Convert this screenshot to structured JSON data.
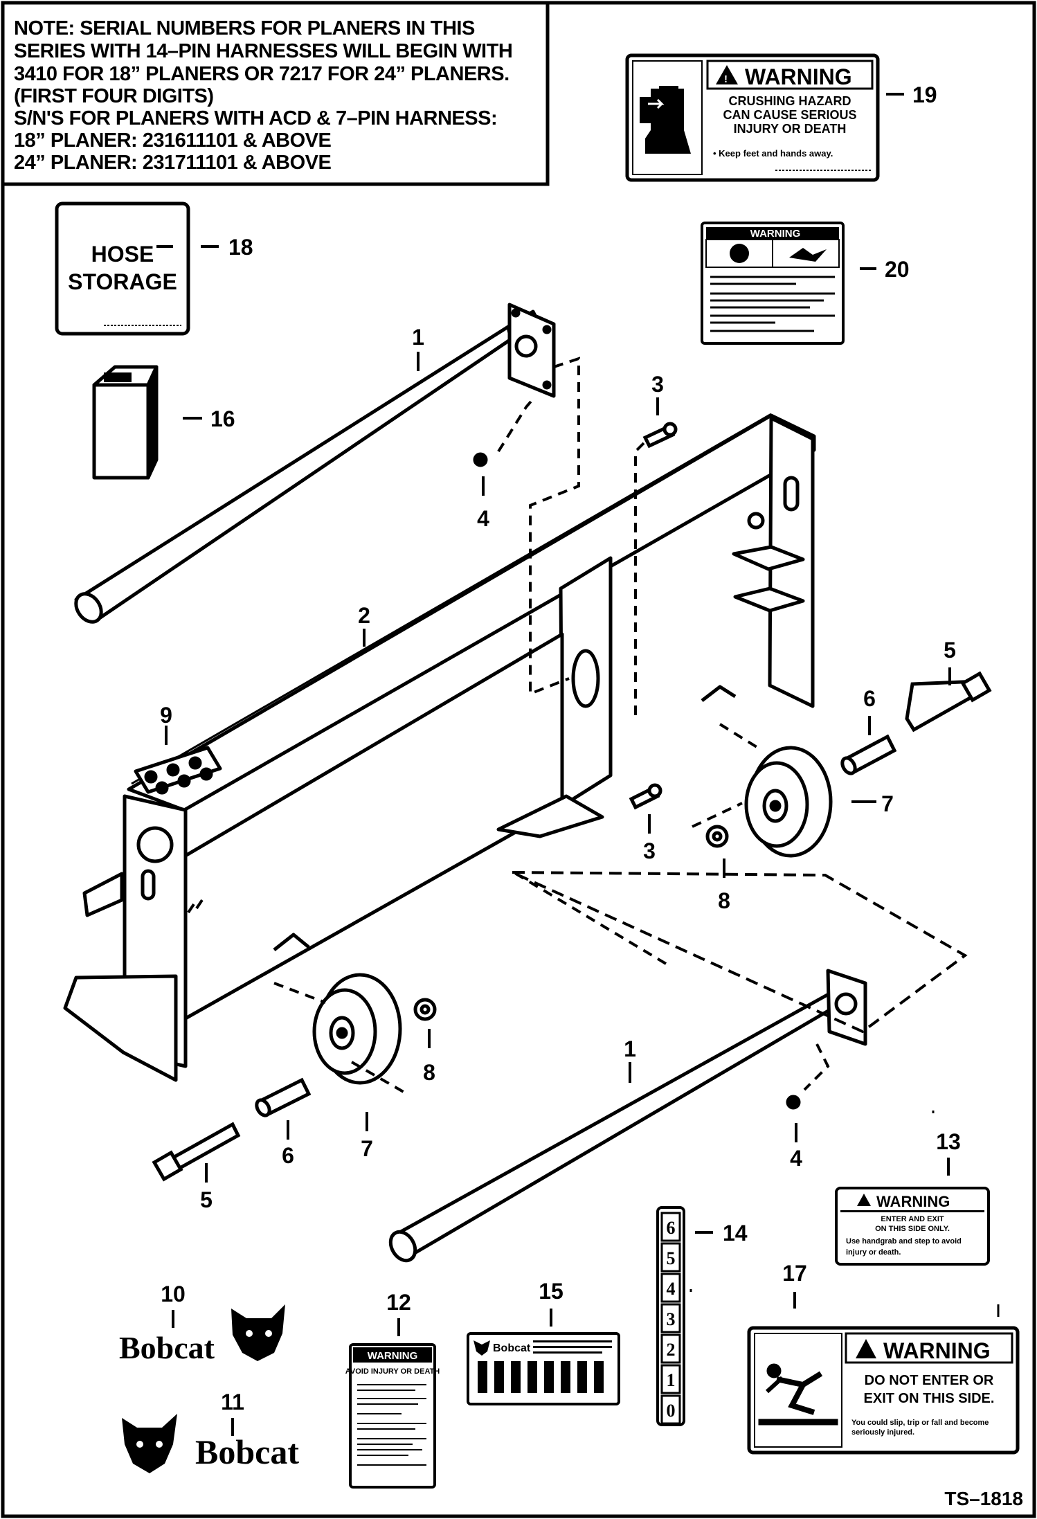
{
  "note": {
    "lines": [
      "NOTE: SERIAL NUMBERS FOR PLANERS IN THIS",
      "SERIES WITH 14–PIN HARNESSES WILL BEGIN WITH",
      "3410 FOR 18” PLANERS OR 7217 FOR 24” PLANERS.",
      "(FIRST FOUR DIGITS)",
      "S/N'S FOR PLANERS WITH ACD & 7–PIN HARNESS:",
      "18” PLANER:  231611101 & ABOVE",
      "24” PLANER:  231711101 & ABOVE"
    ]
  },
  "drawing_number": "TS–1818",
  "callouts": {
    "c1a": "1",
    "c1b": "1",
    "c2": "2",
    "c3a": "3",
    "c3b": "3",
    "c4a": "4",
    "c4b": "4",
    "c5a": "5",
    "c5b": "5",
    "c6a": "6",
    "c6b": "6",
    "c7a": "7",
    "c7b": "7",
    "c8a": "8",
    "c8b": "8",
    "c9": "9",
    "c10": "10",
    "c11": "11",
    "c12": "12",
    "c13": "13",
    "c14": "14",
    "c15": "15",
    "c16": "16",
    "c17": "17",
    "c18": "18",
    "c19": "19",
    "c20": "20"
  },
  "decals": {
    "hose_storage": {
      "line1": "HOSE",
      "line2": "STORAGE"
    },
    "d19": {
      "title": "WARNING",
      "l1": "CRUSHING HAZARD",
      "l2": "CAN CAUSE SERIOUS",
      "l3": "INJURY OR DEATH",
      "bullet": "• Keep feet and hands away."
    },
    "d20": {
      "title": "WARNING"
    },
    "d13": {
      "title": "WARNING",
      "l1": "ENTER AND EXIT",
      "l2": "ON THIS SIDE ONLY.",
      "l3": "Use handgrab and step to avoid",
      "l4": "injury or death."
    },
    "d17": {
      "title": "WARNING",
      "l1": "DO NOT ENTER OR",
      "l2": "EXIT ON THIS  SIDE.",
      "l3": "You could slip, trip or fall and become",
      "l4": "seriously injured."
    },
    "d12": {
      "title": "WARNING",
      "sub": "AVOID INJURY OR DEATH"
    },
    "d15": {
      "brand": "Bobcat"
    },
    "logo10": "Bobcat",
    "logo11": "Bobcat",
    "d14_digits": [
      "6",
      "5",
      "4",
      "3",
      "2",
      "1",
      "0"
    ]
  }
}
